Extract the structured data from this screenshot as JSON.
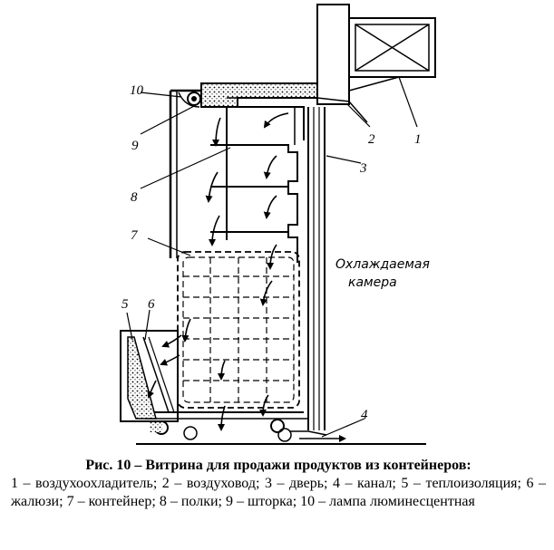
{
  "figure": {
    "labels": {
      "l1": "1",
      "l2": "2",
      "l3": "3",
      "l4": "4",
      "l5": "5",
      "l6": "6",
      "l7": "7",
      "l8": "8",
      "l9": "9",
      "l10": "10"
    },
    "chamber_line1": "Охлаждаемая",
    "chamber_line2": "камера"
  },
  "caption": {
    "title": "Рис. 10 – Витрина для продажи продуктов из контейнеров:",
    "body": "1 – воздухоохладитель; 2 – воздуховод; 3 – дверь; 4 – канал; 5 – теплоизоляция; 6 – жалюзи; 7 – контейнер; 8 – полки; 9 – шторка; 10 – лампа люминесцентная"
  }
}
